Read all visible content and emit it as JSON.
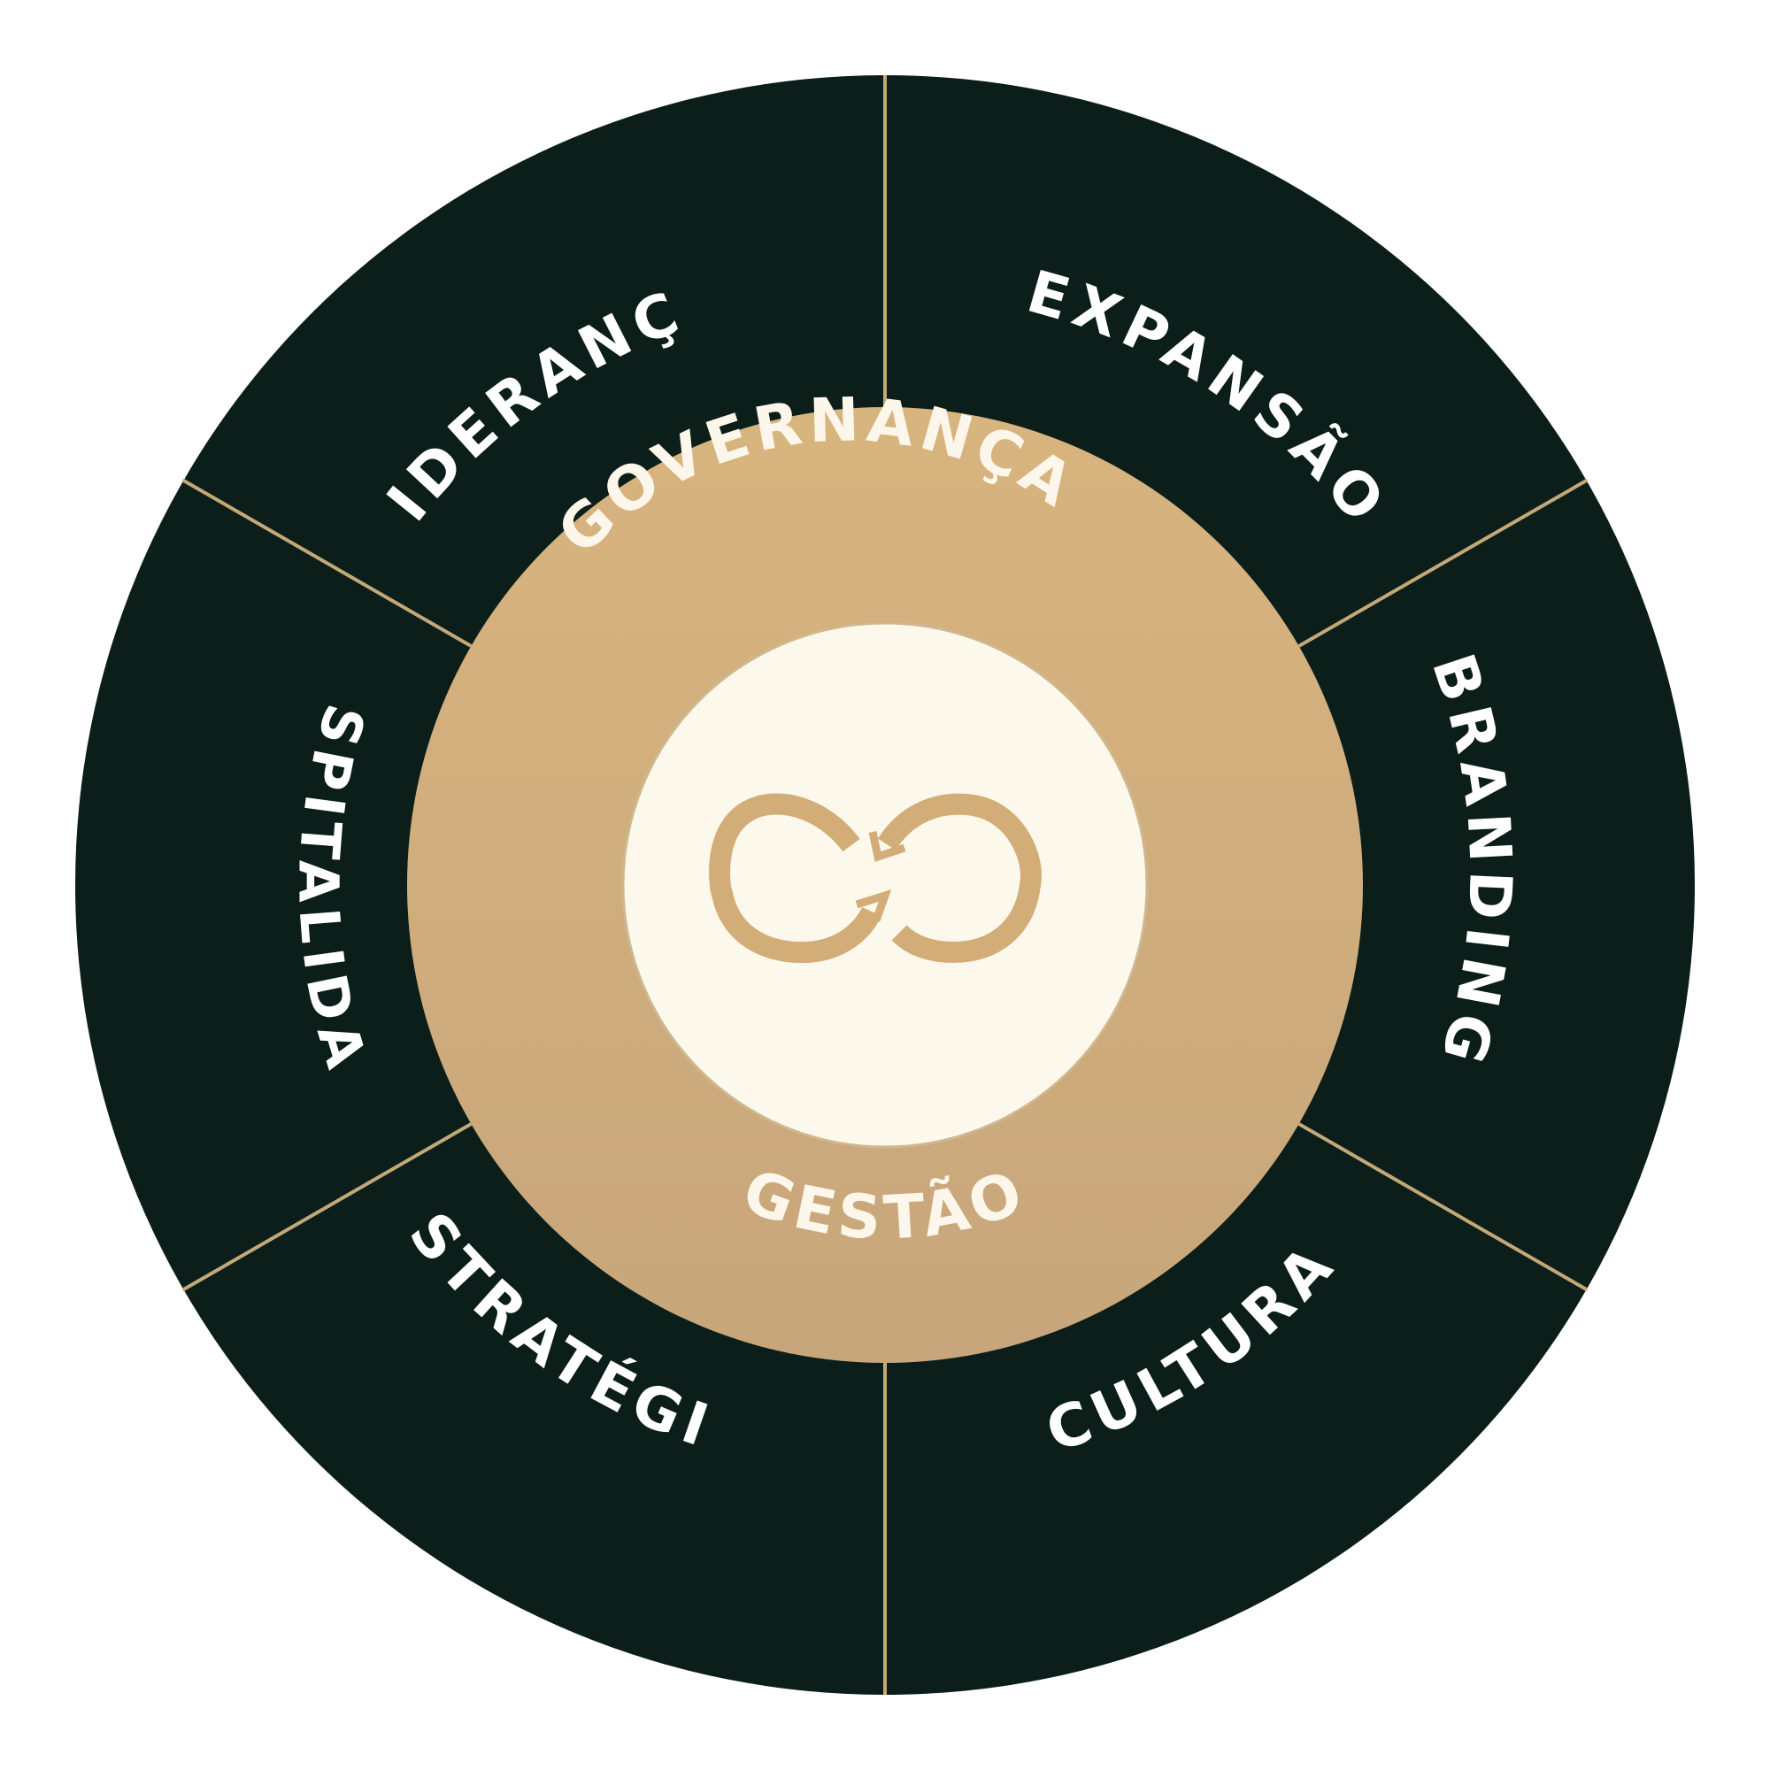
{
  "diagram": {
    "outer_segments": [
      {
        "label": "LIDERANÇA"
      },
      {
        "label": "EXPANSÃO"
      },
      {
        "label": "BRANDING"
      },
      {
        "label": "CULTURA"
      },
      {
        "label": "ESTRATÉGIA"
      },
      {
        "label": "HOSPITALIDADE"
      }
    ],
    "middle_ring": {
      "top_label": "GOVERNANÇA",
      "bottom_label": "GESTÃO"
    },
    "center_logo": {
      "icon": "double-c-monogram-icon"
    }
  },
  "colors": {
    "outer_ring": "#0b1e1a",
    "divider": "#c4a878",
    "middle_ring_top": "#d8b47e",
    "middle_ring_bottom": "#c7a67b",
    "center_fill": "#fcf8ec",
    "center_border": "#cfb78e",
    "logo": "#d2ad77",
    "label_text": "#ffffff",
    "middle_label_text": "#fdf6ea"
  }
}
